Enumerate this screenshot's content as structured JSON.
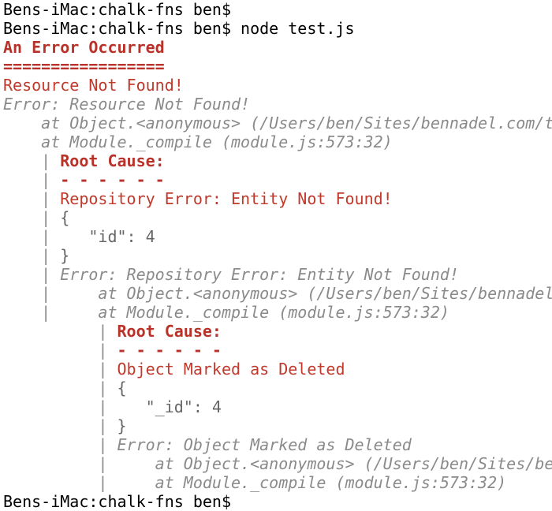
{
  "terminal": {
    "lines": [
      {
        "cursor": true,
        "segments": [
          {
            "text": "Bens-iMac:chalk-fns ben$",
            "style": "plain"
          }
        ]
      },
      {
        "cursor": true,
        "segments": [
          {
            "text": "Bens-iMac:chalk-fns ben$ node test.js",
            "style": "plain"
          }
        ]
      },
      {
        "segments": [
          {
            "text": "An Error Occurred",
            "style": "red-bold"
          }
        ]
      },
      {
        "segments": [
          {
            "text": "=================",
            "style": "red-bold"
          }
        ]
      },
      {
        "segments": [
          {
            "text": "Resource Not Found!",
            "style": "red"
          }
        ]
      },
      {
        "segments": [
          {
            "text": "Error: Resource Not Found!",
            "style": "gray-italic"
          }
        ]
      },
      {
        "segments": [
          {
            "text": "    at Object.<anonymous> (/Users/ben/Sites/bennadel.com/t",
            "style": "gray-italic"
          }
        ]
      },
      {
        "segments": [
          {
            "text": "    at Module._compile (module.js:573:32)",
            "style": "gray-italic"
          }
        ]
      },
      {
        "segments": [
          {
            "text": "    | ",
            "style": "gray"
          },
          {
            "text": "Root Cause:",
            "style": "red-bold"
          }
        ]
      },
      {
        "segments": [
          {
            "text": "    | ",
            "style": "gray"
          },
          {
            "text": "- - - - - -",
            "style": "red-bold"
          }
        ]
      },
      {
        "segments": [
          {
            "text": "    | ",
            "style": "gray"
          },
          {
            "text": "Repository Error: Entity Not Found!",
            "style": "red"
          }
        ]
      },
      {
        "segments": [
          {
            "text": "    | ",
            "style": "gray"
          },
          {
            "text": "{",
            "style": "dark"
          }
        ]
      },
      {
        "segments": [
          {
            "text": "    | ",
            "style": "gray"
          },
          {
            "text": "   \"id\": 4",
            "style": "dark"
          }
        ]
      },
      {
        "segments": [
          {
            "text": "    | ",
            "style": "gray"
          },
          {
            "text": "}",
            "style": "dark"
          }
        ]
      },
      {
        "segments": [
          {
            "text": "    | ",
            "style": "gray"
          },
          {
            "text": "Error: Repository Error: Entity Not Found!",
            "style": "gray-italic"
          }
        ]
      },
      {
        "segments": [
          {
            "text": "    | ",
            "style": "gray"
          },
          {
            "text": "    at Object.<anonymous> (/Users/ben/Sites/bennadel",
            "style": "gray-italic"
          }
        ]
      },
      {
        "segments": [
          {
            "text": "    | ",
            "style": "gray"
          },
          {
            "text": "    at Module._compile (module.js:573:32)",
            "style": "gray-italic"
          }
        ]
      },
      {
        "segments": [
          {
            "text": "          | ",
            "style": "gray"
          },
          {
            "text": "Root Cause:",
            "style": "red-bold"
          }
        ]
      },
      {
        "segments": [
          {
            "text": "          | ",
            "style": "gray"
          },
          {
            "text": "- - - - - -",
            "style": "red-bold"
          }
        ]
      },
      {
        "segments": [
          {
            "text": "          | ",
            "style": "gray"
          },
          {
            "text": "Object Marked as Deleted",
            "style": "red"
          }
        ]
      },
      {
        "segments": [
          {
            "text": "          | ",
            "style": "gray"
          },
          {
            "text": "{",
            "style": "dark"
          }
        ]
      },
      {
        "segments": [
          {
            "text": "          | ",
            "style": "gray"
          },
          {
            "text": "   \"_id\": 4",
            "style": "dark"
          }
        ]
      },
      {
        "segments": [
          {
            "text": "          | ",
            "style": "gray"
          },
          {
            "text": "}",
            "style": "dark"
          }
        ]
      },
      {
        "segments": [
          {
            "text": "          | ",
            "style": "gray"
          },
          {
            "text": "Error: Object Marked as Deleted",
            "style": "gray-italic"
          }
        ]
      },
      {
        "segments": [
          {
            "text": "          | ",
            "style": "gray"
          },
          {
            "text": "    at Object.<anonymous> (/Users/ben/Sites/be",
            "style": "gray-italic"
          }
        ]
      },
      {
        "segments": [
          {
            "text": "          | ",
            "style": "gray"
          },
          {
            "text": "    at Module._compile (module.js:573:32)",
            "style": "gray-italic"
          }
        ]
      },
      {
        "cursor": true,
        "segments": [
          {
            "text": "Bens-iMac:chalk-fns ben$",
            "style": "plain"
          }
        ]
      }
    ]
  },
  "colors": {
    "background": "#ffffff",
    "prompt_text": "#000000",
    "error_red": "#c0392b",
    "error_red_bold": "#b8322a",
    "stack_gray": "#8a8a8a"
  }
}
